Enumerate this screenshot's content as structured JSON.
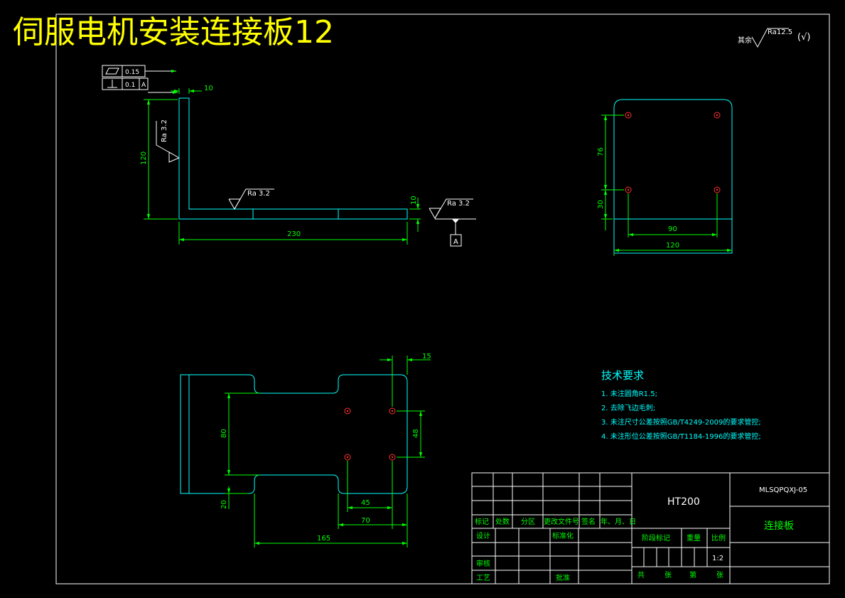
{
  "title": "伺服电机安装连接板12",
  "roughness_note": {
    "prefix": "其余",
    "value": "Ra12.5",
    "suffix": "(√)"
  },
  "tolerances": {
    "flatness": "0.15",
    "perpendicularity": "0.1",
    "datum_ref": "A"
  },
  "datum_label": "A",
  "side_view": {
    "thickness_top": "10",
    "height": "120",
    "length": "230",
    "thickness_right": "10",
    "roughness_vertical": "Ra 3.2",
    "roughness_horizontal": "Ra 3.2",
    "roughness_end": "Ra 3.2"
  },
  "end_view": {
    "dim_76": "76",
    "dim_30": "30",
    "dim_90": "90",
    "dim_120": "120"
  },
  "top_view": {
    "dim_15": "15",
    "dim_48": "48",
    "dim_80": "80",
    "dim_20": "20",
    "dim_45": "45",
    "dim_70": "70",
    "dim_165": "165"
  },
  "tech_requirements": {
    "heading": "技术要求",
    "items": [
      "1. 未注圆角R1.5;",
      "2. 去除飞边毛刺;",
      "3. 未注尺寸公差按照GB/T4249-2009的要求管控;",
      "4. 未注形位公差按照GB/T1184-1996的要求管控;"
    ]
  },
  "title_block": {
    "material": "HT200",
    "drawing_no": "MLSQPQXJ-05",
    "part_name": "连接板",
    "labels": {
      "mark": "标记",
      "count": "处数",
      "zone": "分区",
      "change_doc": "更改文件号",
      "sign": "签名",
      "date": "年、月、日",
      "design": "设计",
      "standardize": "标准化",
      "stage_mark": "阶段标记",
      "weight": "重量",
      "scale": "比例",
      "check": "审核",
      "process": "工艺",
      "approve": "批准",
      "total": "共",
      "sheets": "张",
      "page": "第",
      "sheet": "张"
    },
    "scale_value": "1:2"
  },
  "colors": {
    "background": "#000000",
    "border": "#ffffff",
    "outline": "#00ffff",
    "dimension": "#00ff00",
    "title": "#ffff00",
    "hole": "#ff0000",
    "symbol": "#ffffff"
  }
}
